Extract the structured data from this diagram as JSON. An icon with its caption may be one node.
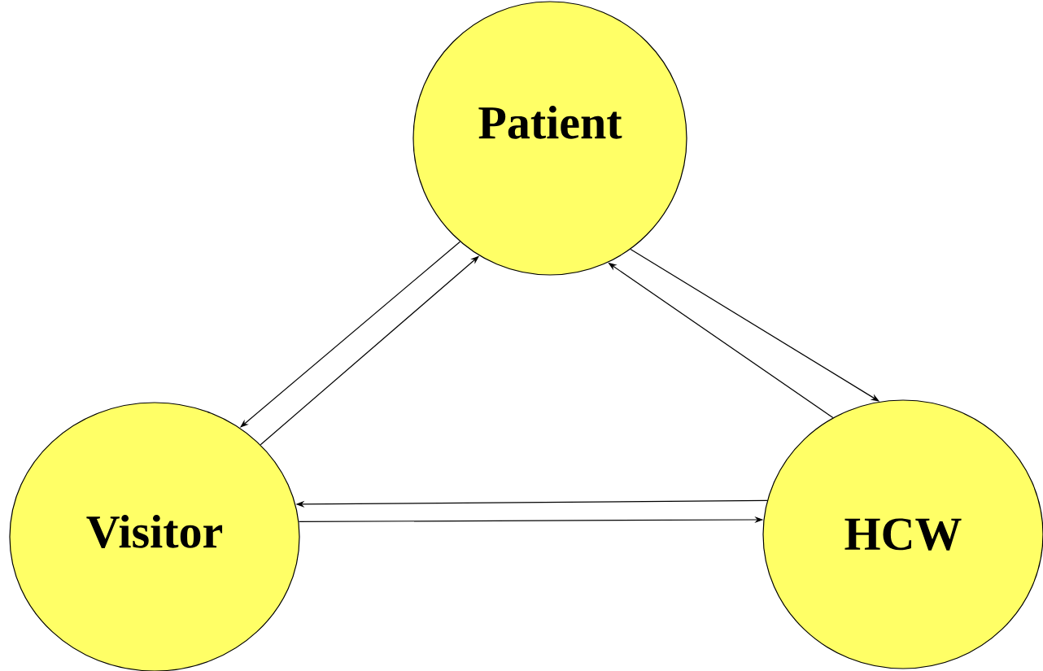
{
  "diagram": {
    "nodes": [
      {
        "text": [
          "Patient"
        ]
      },
      {
        "text": [
          "Visitor"
        ]
      },
      {
        "text": [
          "HCW"
        ]
      }
    ],
    "edges": [
      {
        "from": 0,
        "to": 1,
        "arrow": "to"
      },
      {
        "from": 1,
        "to": 0,
        "arrow": "to"
      },
      {
        "from": 0,
        "to": 2,
        "arrow": "to"
      },
      {
        "from": 2,
        "to": 0,
        "arrow": "to"
      },
      {
        "from": 2,
        "to": 1,
        "arrow": "to"
      },
      {
        "from": 1,
        "to": 2,
        "arrow": "to"
      }
    ]
  }
}
